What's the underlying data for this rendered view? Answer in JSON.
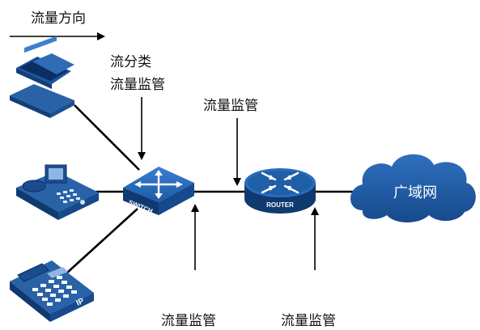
{
  "legend": {
    "flow_direction": "流量方向"
  },
  "annotations": {
    "switch_label_line1": "流分类",
    "switch_label_line2": "流量监管",
    "router_in_label": "流量监管",
    "switch_out_label": "流量监管",
    "router_out_label": "流量监管"
  },
  "devices": {
    "switch_label": "SWITCH",
    "router_label": "ROUTER",
    "wan_label": "广域网",
    "ip_phone_label": "IP"
  },
  "colors": {
    "device_blue": "#1f5fa8",
    "device_dark": "#0d3c78",
    "cloud": "#1e5aa6",
    "line": "#000000"
  }
}
